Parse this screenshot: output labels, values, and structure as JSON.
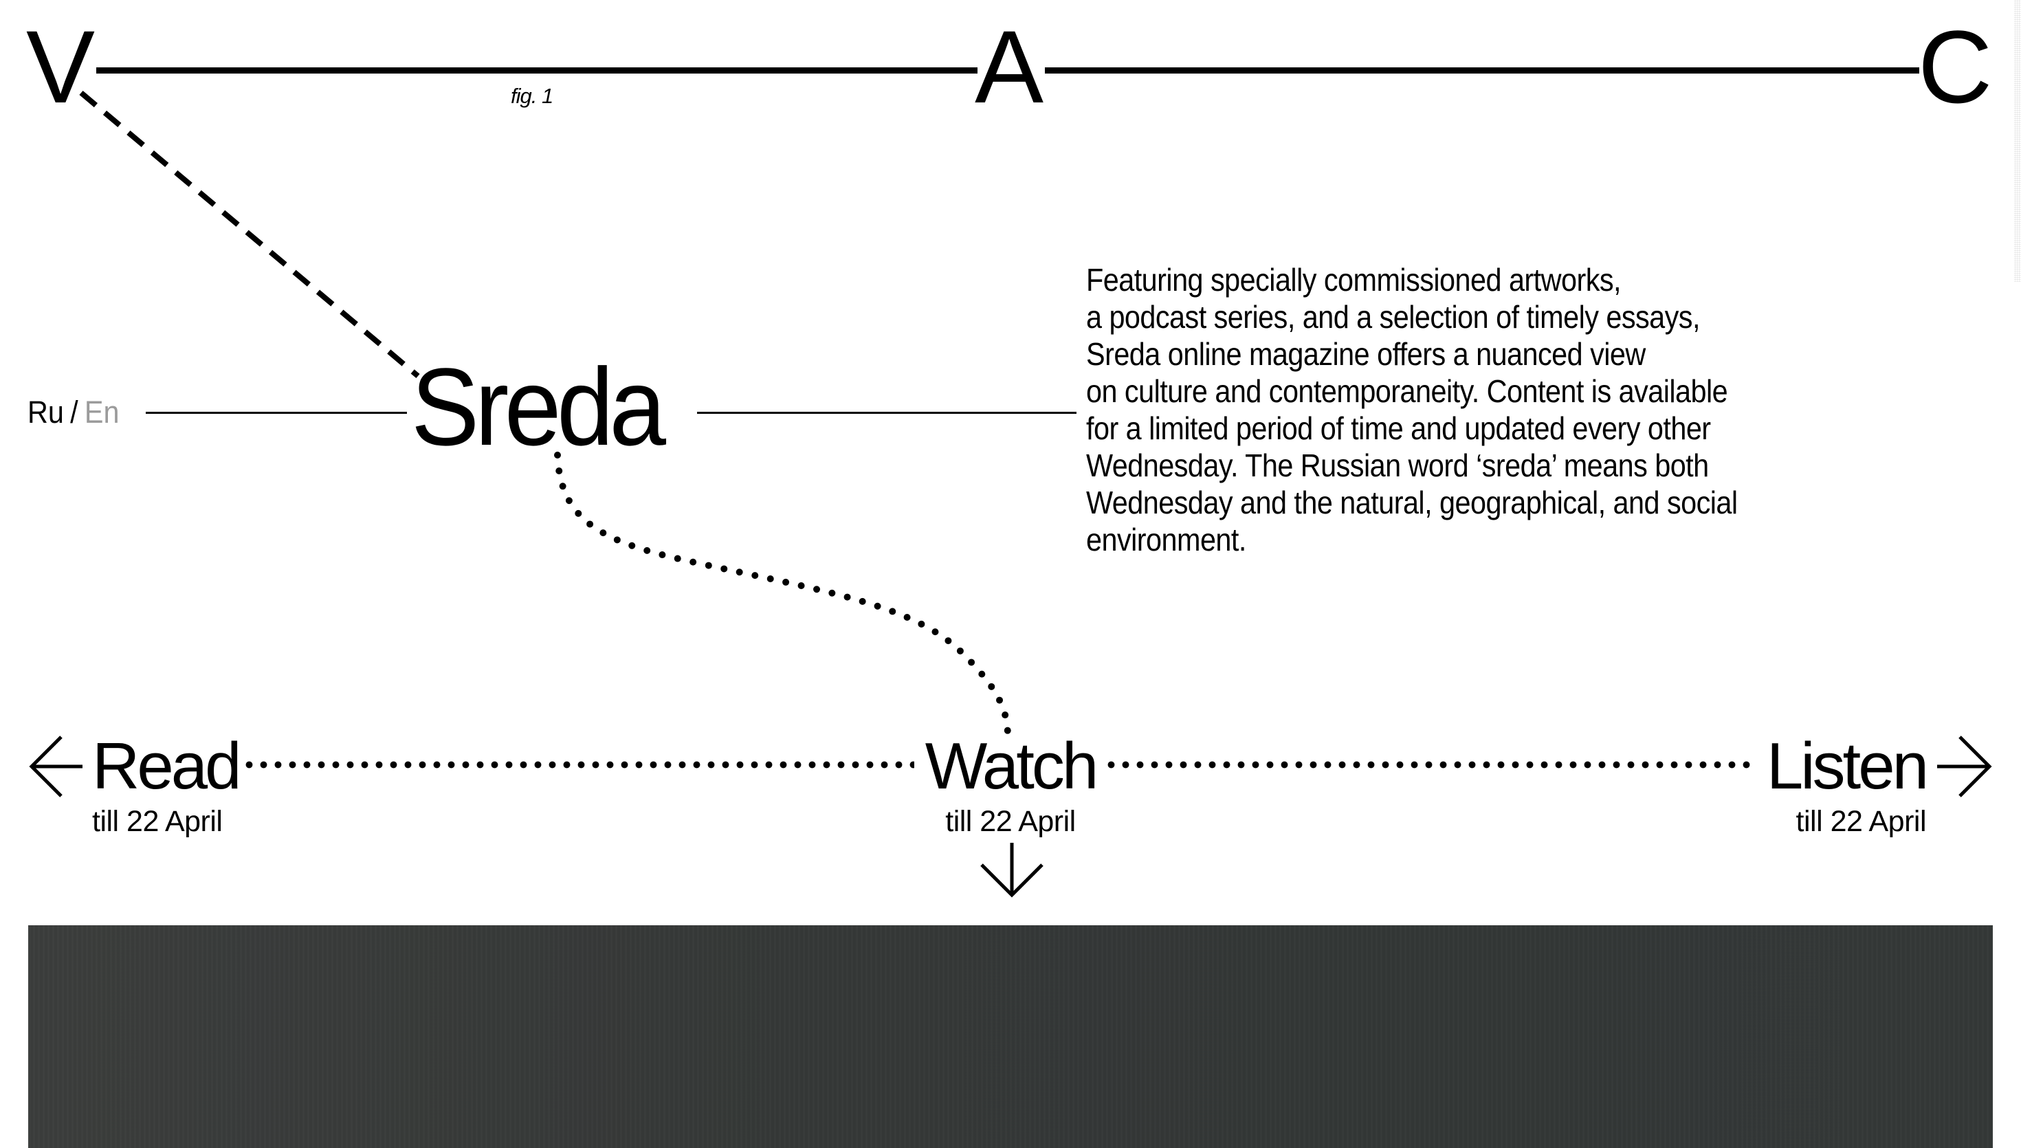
{
  "logo": {
    "letters": [
      "V",
      "A",
      "C"
    ],
    "figure_caption": "fig. 1"
  },
  "language": {
    "options": [
      "Ru",
      "En"
    ],
    "separator": "/",
    "active": "Ru",
    "inactive_color": "#9b9b9b"
  },
  "brand": {
    "title": "Sreda"
  },
  "description": {
    "lines": [
      "Featuring specially commissioned artworks,",
      "a podcast series, and a selection of timely essays,",
      "Sreda online magazine offers a nuanced view",
      "on culture and contemporaneity. Content is available",
      "for a limited period of time and updated every other",
      "Wednesday. The Russian word ‘sreda’ means both",
      "Wednesday and the natural, geographical, and social",
      "environment."
    ]
  },
  "nav": {
    "items": [
      {
        "label": "Read",
        "date": "till 22 April",
        "icon": "arrow-left-icon"
      },
      {
        "label": "Watch",
        "date": "till 22 April",
        "icon": "arrow-down-icon"
      },
      {
        "label": "Listen",
        "date": "till 22 April",
        "icon": "arrow-right-icon"
      }
    ]
  },
  "colors": {
    "text": "#000000",
    "background": "#ffffff",
    "media_block": "#363938"
  }
}
